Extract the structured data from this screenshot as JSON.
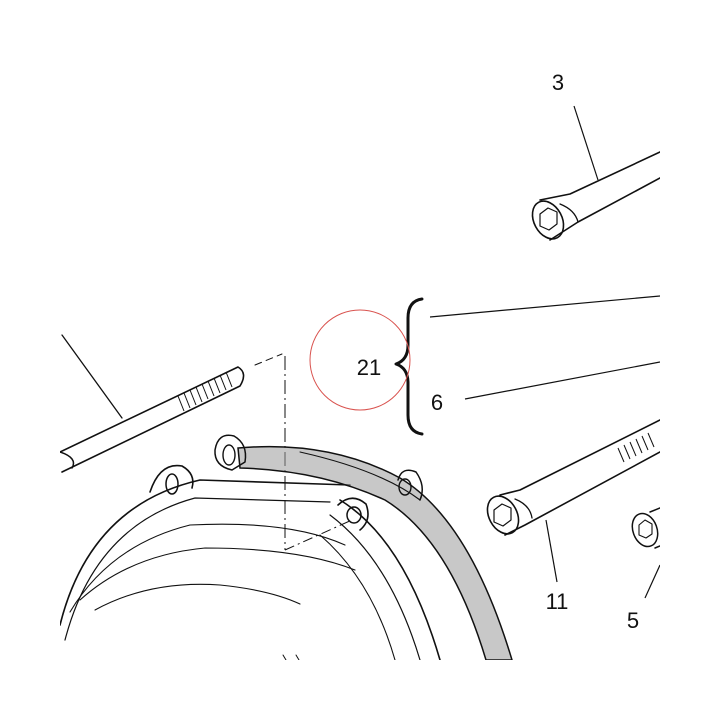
{
  "callouts": {
    "c3": "3",
    "c21": "21",
    "c6": "6",
    "c11": "11",
    "c5": "5"
  },
  "colors": {
    "ink": "#111111",
    "highlight_circle": "#d9534f",
    "gasket_fill": "#9a9a9a"
  }
}
